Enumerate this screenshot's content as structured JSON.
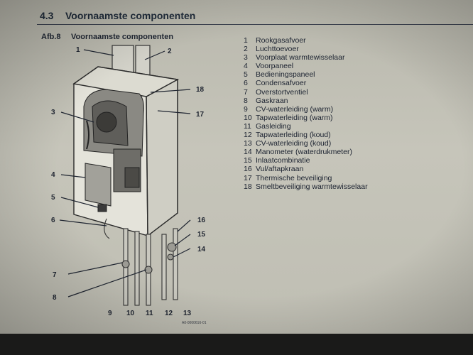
{
  "section": {
    "number": "4.3",
    "title": "Voornaamste componenten"
  },
  "figure": {
    "label": "Afb.8",
    "title": "Voornaamste componenten",
    "code": "A0-0000616-01",
    "callouts": [
      "1",
      "2",
      "3",
      "4",
      "5",
      "6",
      "7",
      "8",
      "9",
      "10",
      "11",
      "12",
      "13",
      "14",
      "15",
      "16",
      "17",
      "18"
    ]
  },
  "legend": [
    {
      "num": "1",
      "text": "Rookgasafvoer"
    },
    {
      "num": "2",
      "text": "Luchttoevoer"
    },
    {
      "num": "3",
      "text": "Voorplaat warmtewisselaar"
    },
    {
      "num": "4",
      "text": "Voorpaneel"
    },
    {
      "num": "5",
      "text": "Bedieningspaneel"
    },
    {
      "num": "6",
      "text": "Condensafvoer"
    },
    {
      "num": "7",
      "text": "Overstortventiel"
    },
    {
      "num": "8",
      "text": "Gaskraan"
    },
    {
      "num": "9",
      "text": "CV-waterleiding (warm)"
    },
    {
      "num": "10",
      "text": "Tapwaterleiding (warm)"
    },
    {
      "num": "11",
      "text": "Gasleiding"
    },
    {
      "num": "12",
      "text": "Tapwaterleiding (koud)"
    },
    {
      "num": "13",
      "text": "CV-waterleiding (koud)"
    },
    {
      "num": "14",
      "text": "Manometer (waterdrukmeter)"
    },
    {
      "num": "15",
      "text": "Inlaatcombinatie"
    },
    {
      "num": "16",
      "text": "Vul/aftapkraan"
    },
    {
      "num": "17",
      "text": "Thermische beveiliging"
    },
    {
      "num": "18",
      "text": "Smeltbeveiliging warmtewisselaar"
    }
  ]
}
